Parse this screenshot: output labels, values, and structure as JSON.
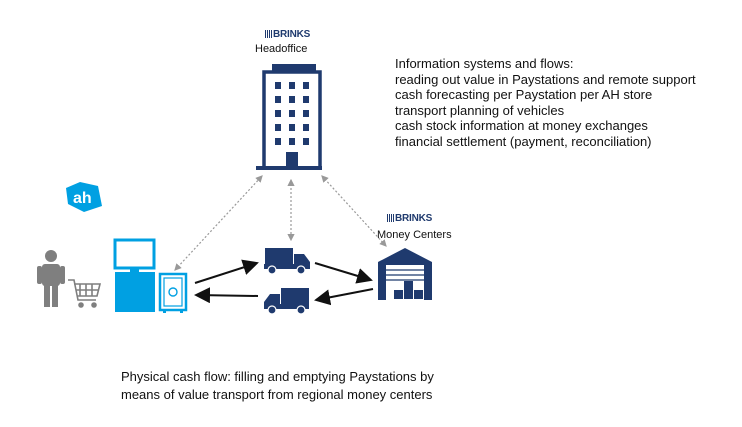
{
  "headoffice": {
    "brand": "BRINKS",
    "label": "Headoffice"
  },
  "money_centers": {
    "brand": "BRINKS",
    "label": "Money Centers"
  },
  "store_logo": "ah",
  "info_systems": {
    "title": "Information systems and flows:",
    "lines": [
      "reading out value in Paystations and remote support",
      "cash forecasting per Paystation per AH store",
      "transport planning of vehicles",
      "cash stock information at money exchanges",
      "financial settlement (payment, reconciliation)"
    ]
  },
  "physical_flow": {
    "lines": [
      "Physical cash flow: filling and emptying Paystations by",
      "means of value transport from regional money centers"
    ]
  },
  "colors": {
    "navy": "#1f3a6e",
    "ah_blue": "#00a0e2",
    "gray_person": "#7f7f7f",
    "dotted_arrow": "#999999"
  },
  "icons": [
    "person-icon",
    "shopping-cart-icon",
    "paystation-icon",
    "safe-icon",
    "truck-icon",
    "building-icon",
    "warehouse-icon",
    "ah-logo-icon"
  ]
}
